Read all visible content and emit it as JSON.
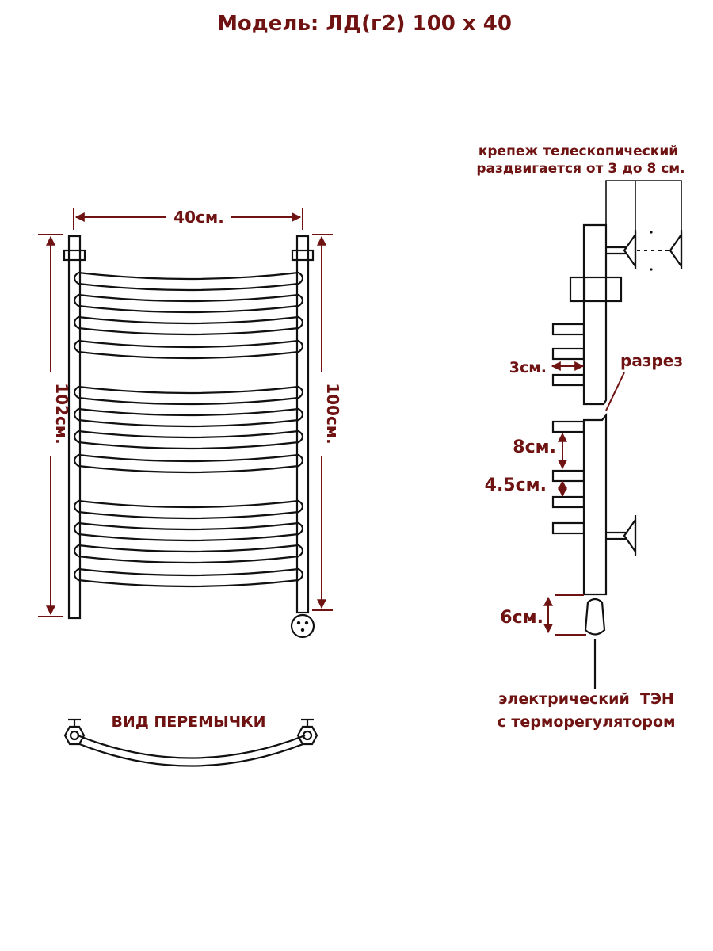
{
  "title": "Модель: ЛД(г2) 100 х 40",
  "front": {
    "width_label": "40см.",
    "height_total_label": "102см.",
    "height_axis_label": "100см.",
    "bar_count": 12
  },
  "side": {
    "mount_note_line1": "крепеж телескопический",
    "mount_note_line2": "раздвигается от 3 до 8 см.",
    "offset_label": "3см.",
    "cut_label": "разрез",
    "spacing_large_label": "8см.",
    "spacing_small_label": "4.5см.",
    "heater_gap_label": "6см.",
    "heater_line1": "электрический  ТЭН",
    "heater_line2": "с терморегулятором"
  },
  "jumper": {
    "label": "ВИД ПЕРЕМЫЧКИ"
  },
  "colors": {
    "label": "#6e1212",
    "line": "#111111"
  }
}
